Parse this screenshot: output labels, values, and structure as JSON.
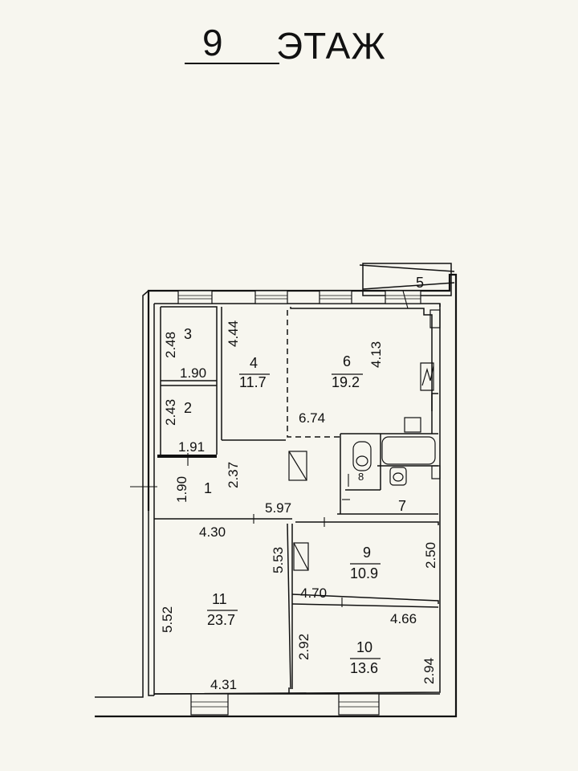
{
  "heading": {
    "floor_number": "9",
    "floor_word": "ЭТАЖ"
  },
  "rooms": [
    {
      "id": "1",
      "area": ""
    },
    {
      "id": "2",
      "area": ""
    },
    {
      "id": "3",
      "area": ""
    },
    {
      "id": "4",
      "area": "11.7"
    },
    {
      "id": "5",
      "area": ""
    },
    {
      "id": "6",
      "area": "19.2"
    },
    {
      "id": "7",
      "area": ""
    },
    {
      "id": "8",
      "area": ""
    },
    {
      "id": "9",
      "area": "10.9"
    },
    {
      "id": "10",
      "area": "13.6"
    },
    {
      "id": "11",
      "area": "23.7"
    }
  ],
  "dimensions": [
    "2.48",
    "1.90",
    "2.43",
    "1.91",
    "1.90",
    "2.37",
    "4.44",
    "4.13",
    "6.74",
    "5.97",
    "4.30",
    "5.53",
    "2.50",
    "4.70",
    "5.52",
    "4.66",
    "2.92",
    "2.94",
    "4.31"
  ]
}
